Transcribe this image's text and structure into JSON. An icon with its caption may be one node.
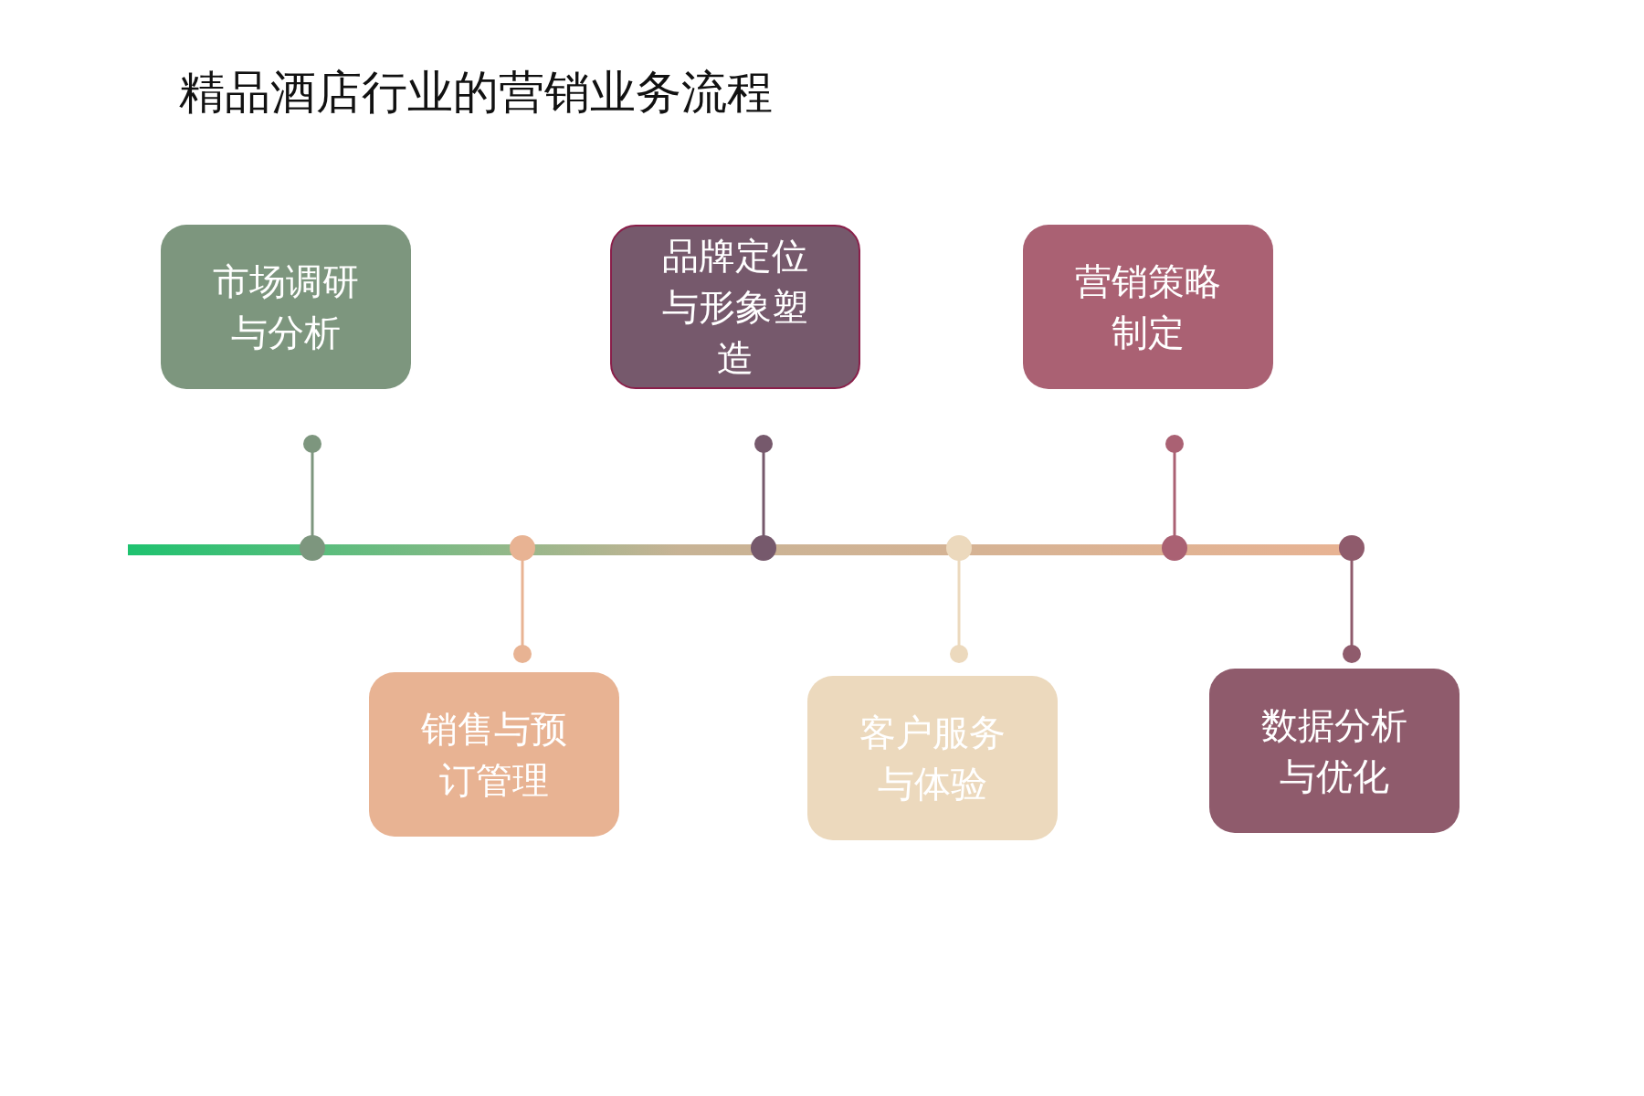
{
  "diagram": {
    "title": "精品酒店行业的营销业务流程",
    "nodes": [
      {
        "text": [
          "市场调研与分析"
        ]
      },
      {
        "text": [
          "销售与预订管理"
        ]
      },
      {
        "text": [
          "品牌定位与形象塑造"
        ]
      },
      {
        "text": [
          "客户服务与体验"
        ]
      },
      {
        "text": [
          "营销策略制定"
        ]
      },
      {
        "text": [
          "数据分析与优化"
        ]
      }
    ],
    "edges": []
  }
}
